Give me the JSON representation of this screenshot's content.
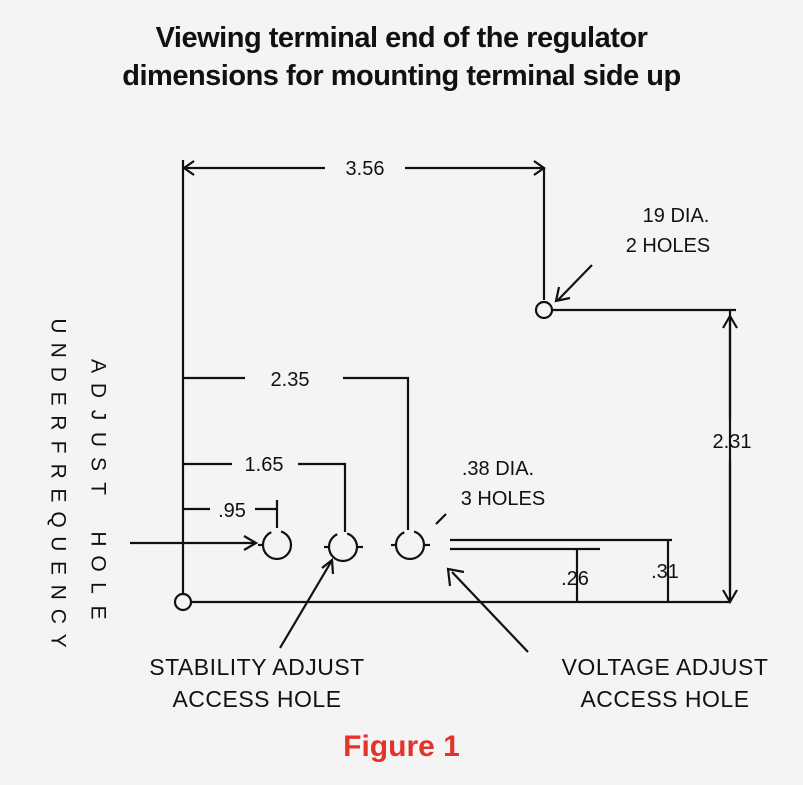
{
  "title": {
    "line1": "Viewing terminal end of the regulator",
    "line2": "dimensions for mounting terminal side up"
  },
  "dimensions": {
    "width_top": "3.56",
    "hole2": "2.35",
    "hole1": "1.65",
    "hole0": ".95",
    "right_height": "2.31",
    "d26": ".26",
    "d31": ".31"
  },
  "callouts": {
    "mount_holes": [
      "19 DIA.",
      "2 HOLES"
    ],
    "adjust_holes": [
      ".38 DIA.",
      "3 HOLES"
    ]
  },
  "vertical_labels": {
    "underfrequency": "UNDERFREQUENCY",
    "adjust_hole": "ADJUST HOLE"
  },
  "access_labels": {
    "stability": [
      "STABILITY ADJUST",
      "ACCESS HOLE"
    ],
    "voltage": [
      "VOLTAGE ADJUST",
      "ACCESS HOLE"
    ]
  },
  "caption": "Figure 1",
  "colors": {
    "line": "#111111",
    "caption": "#e3342b",
    "background": "#f4f4f4"
  }
}
